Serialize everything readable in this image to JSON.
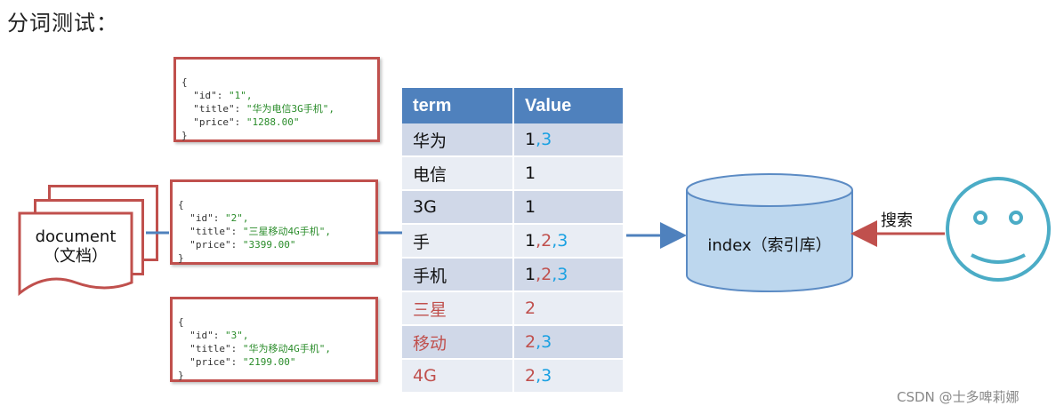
{
  "heading": "分词测试：",
  "document": {
    "label_line1": "document",
    "label_line2": "（文档）"
  },
  "docs": [
    {
      "open": "{",
      "id_key": "\"id\": ",
      "id_val": "\"1\",",
      "title_key": "\"title\": ",
      "title_val": "\"华为电信3G手机\",",
      "price_key": "\"price\": ",
      "price_val": "\"1288.00\"",
      "close": "}"
    },
    {
      "open": "{",
      "id_key": "\"id\": ",
      "id_val": "\"2\",",
      "title_key": "\"title\": ",
      "title_val": "\"三星移动4G手机\",",
      "price_key": "\"price\": ",
      "price_val": "\"3399.00\"",
      "close": "}"
    },
    {
      "open": "{",
      "id_key": "\"id\": ",
      "id_val": "\"3\",",
      "title_key": "\"title\": ",
      "title_val": "\"华为移动4G手机\",",
      "price_key": "\"price\": ",
      "price_val": "\"2199.00\"",
      "close": "}"
    }
  ],
  "table": {
    "headers": [
      "term",
      "Value"
    ],
    "rows": [
      {
        "term": "华为",
        "term_color": "black",
        "ids": [
          {
            "t": "1",
            "c": "black"
          },
          {
            "t": ",3",
            "c": "blue"
          }
        ]
      },
      {
        "term": "电信",
        "term_color": "black",
        "ids": [
          {
            "t": "1",
            "c": "black"
          }
        ]
      },
      {
        "term": "3G",
        "term_color": "black",
        "ids": [
          {
            "t": "1",
            "c": "black"
          }
        ]
      },
      {
        "term": "手",
        "term_color": "black",
        "ids": [
          {
            "t": "1",
            "c": "black"
          },
          {
            "t": ",2",
            "c": "red"
          },
          {
            "t": ",3",
            "c": "blue"
          }
        ]
      },
      {
        "term": "手机",
        "term_color": "black",
        "ids": [
          {
            "t": "1",
            "c": "black"
          },
          {
            "t": ",2",
            "c": "red"
          },
          {
            "t": ",3",
            "c": "blue"
          }
        ]
      },
      {
        "term": "三星",
        "term_color": "red",
        "ids": [
          {
            "t": "2",
            "c": "red"
          }
        ]
      },
      {
        "term": "移动",
        "term_color": "red",
        "ids": [
          {
            "t": "2",
            "c": "red"
          },
          {
            "t": ",3",
            "c": "blue"
          }
        ]
      },
      {
        "term": "4G",
        "term_color": "red",
        "ids": [
          {
            "t": "2",
            "c": "red"
          },
          {
            "t": ",3",
            "c": "blue"
          }
        ]
      }
    ]
  },
  "index_label": "index（索引库）",
  "search_label": "搜索",
  "watermark": "CSDN @士多啤莉娜",
  "colors": {
    "box_border": "#c0504d",
    "header_blue": "#4f81bd",
    "row_odd": "#d0d8e8",
    "row_even": "#e9edf4",
    "db_fill": "#bdd7ee",
    "db_stroke": "#5b8bc4",
    "smiley": "#4bacc6",
    "arrow_blue": "#4f81bd",
    "arrow_red": "#c0504d",
    "value_blue": "#1ba1e2"
  },
  "icons": [
    "database-icon",
    "smiley-face-icon",
    "document-stack-icon",
    "arrow-right-icon",
    "arrow-left-icon"
  ]
}
